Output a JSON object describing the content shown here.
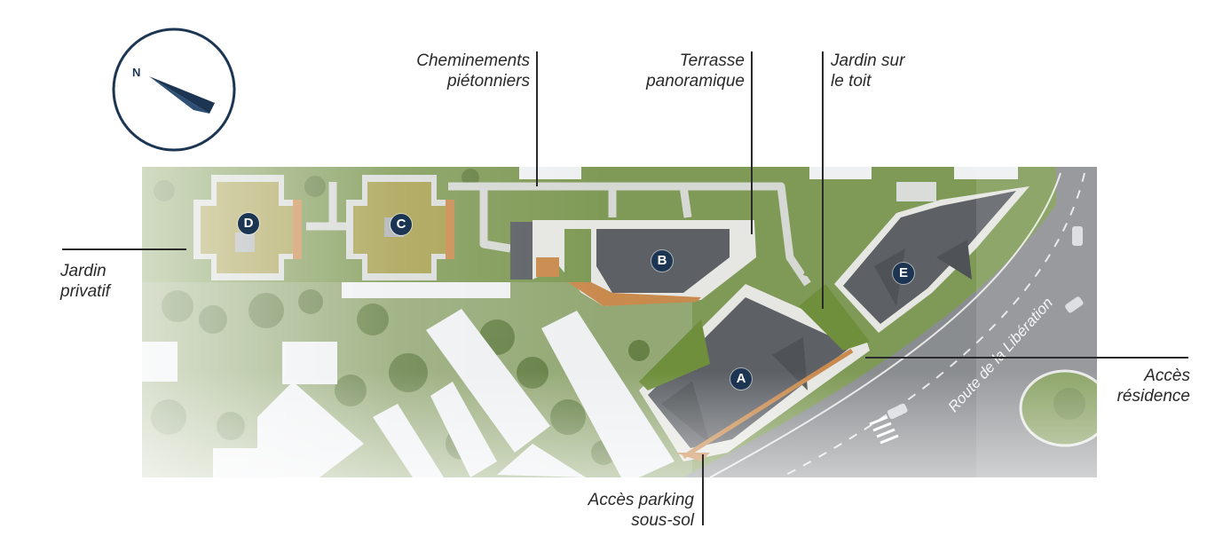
{
  "compass": {
    "north_letter": "N"
  },
  "labels": {
    "cheminements": [
      "Cheminements",
      "piétonniers"
    ],
    "terrasse": [
      "Terrasse",
      "panoramique"
    ],
    "jardin_toit": [
      "Jardin sur",
      "le toit"
    ],
    "jardin_privatif": [
      "Jardin",
      "privatif"
    ],
    "acces_residence": [
      "Accès",
      "résidence"
    ],
    "acces_parking": [
      "Accès parking",
      "sous-sol"
    ]
  },
  "buildings": [
    "A",
    "B",
    "C",
    "D",
    "E"
  ],
  "street_name": "Route de la Libération",
  "colors": {
    "navy": "#1b3553",
    "lawn": "#6f8f3c",
    "roof_garden": "#a8a050",
    "roof_grey": "#5d6166",
    "road": "#8a8d90",
    "deck": "#c98a4e"
  }
}
